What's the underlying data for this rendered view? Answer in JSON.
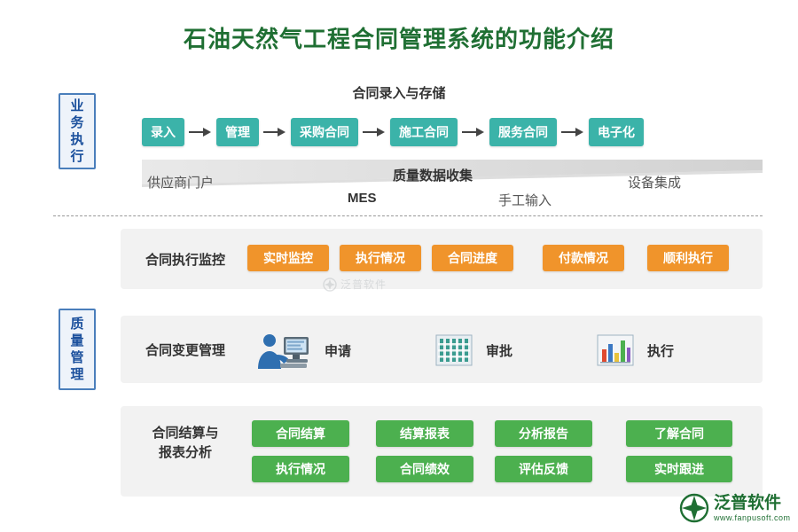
{
  "title": "石油天然气工程合同管理系统的功能介绍",
  "side_labels": {
    "business": [
      "业",
      "务",
      "执",
      "行"
    ],
    "quality": [
      "质",
      "量",
      "管",
      "理"
    ]
  },
  "section_entry": {
    "caption": "合同录入与存储",
    "chain": [
      "录入",
      "管理",
      "采购合同",
      "施工合同",
      "服务合同",
      "电子化"
    ],
    "funnel_labels": {
      "left": "供应商门户",
      "center_top": "质量数据收集",
      "mes": "MES",
      "manual": "手工输入",
      "right": "设备集成"
    }
  },
  "section_monitor": {
    "label": "合同执行监控",
    "chips": [
      "实时监控",
      "执行情况",
      "合同进度",
      "付款情况",
      "顺利执行"
    ]
  },
  "section_change": {
    "label": "合同变更管理",
    "steps": [
      {
        "icon": "user-computer-icon",
        "text": "申请"
      },
      {
        "icon": "document-approval-icon",
        "text": "审批"
      },
      {
        "icon": "bar-chart-icon",
        "text": "执行"
      }
    ]
  },
  "section_settle": {
    "label_line1": "合同结算与",
    "label_line2": "报表分析",
    "row1": [
      "合同结算",
      "结算报表",
      "分析报告",
      "了解合同"
    ],
    "row2": [
      "执行情况",
      "合同绩效",
      "评估反馈",
      "实时跟进"
    ]
  },
  "watermark": {
    "text": "泛普软件"
  },
  "logo": {
    "cn": "泛普软件",
    "en": "www.fanpusoft.com"
  },
  "colors": {
    "title": "#1f6f33",
    "teal": "#3bb3a9",
    "orange": "#f0942b",
    "green": "#4cb04f",
    "panel": "#f2f2f2",
    "blue_label_border": "#4a7ebb"
  }
}
